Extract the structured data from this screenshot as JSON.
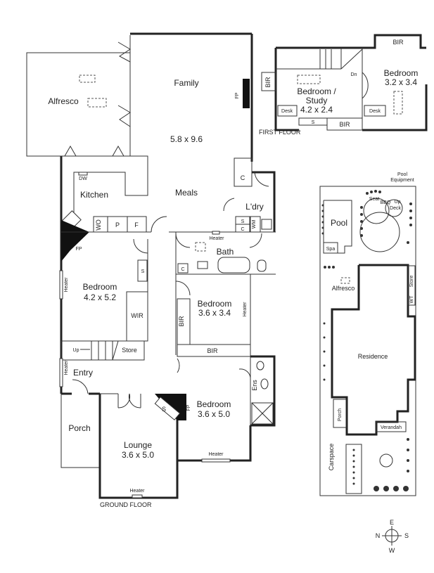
{
  "ground_floor": {
    "caption": "GROUND FLOOR",
    "rooms": {
      "alfresco": "Alfresco",
      "family": "Family",
      "family_dim": "5.8 x 9.6",
      "kitchen": "Kitchen",
      "meals": "Meals",
      "laundry": "L'dry",
      "bath": "Bath",
      "bedroom1": "Bedroom",
      "bedroom1_dim": "4.2 x 5.2",
      "bedroom2": "Bedroom",
      "bedroom2_dim": "3.6 x 3.4",
      "bedroom3": "Bedroom",
      "bedroom3_dim": "3.6 x 5.0",
      "entry": "Entry",
      "porch": "Porch",
      "lounge": "Lounge",
      "lounge_dim": "3.6 x 5.0",
      "ensuite": "Ens"
    },
    "fixtures": {
      "fp": "FP",
      "dw": "DW",
      "wo": "WO",
      "pantry": "P",
      "fridge": "F",
      "c": "C",
      "s": "S",
      "wm": "WM",
      "heater": "Heater",
      "wir": "WIR",
      "bir": "BIR",
      "store": "Store",
      "up": "Up"
    }
  },
  "first_floor": {
    "caption": "FIRST FLOOR",
    "rooms": {
      "bedroom_study": "Bedroom /",
      "bedroom_study_2": "Study",
      "bedroom_study_dim": "4.2 x 2.4",
      "bedroom": "Bedroom",
      "bedroom_dim": "3.2 x 3.4"
    },
    "fixtures": {
      "bir": "BIR",
      "dn": "Dn",
      "desk": "Desk",
      "s": "S"
    }
  },
  "site_plan": {
    "labels": {
      "pool_equipment_1": "Pool",
      "pool_equipment_2": "Equipment",
      "pool": "Pool",
      "spa": "Spa",
      "seat": "Seat",
      "bbq": "BBQ",
      "deck": "Deck",
      "up": "Up",
      "alfresco": "Alfresco",
      "store": "Store",
      "wt": "WT",
      "residence": "Residence",
      "porch": "Porch",
      "verandah": "Verandah",
      "carspace": "Carspace"
    }
  },
  "compass": {
    "n": "N",
    "e": "E",
    "s": "S",
    "w": "W"
  }
}
